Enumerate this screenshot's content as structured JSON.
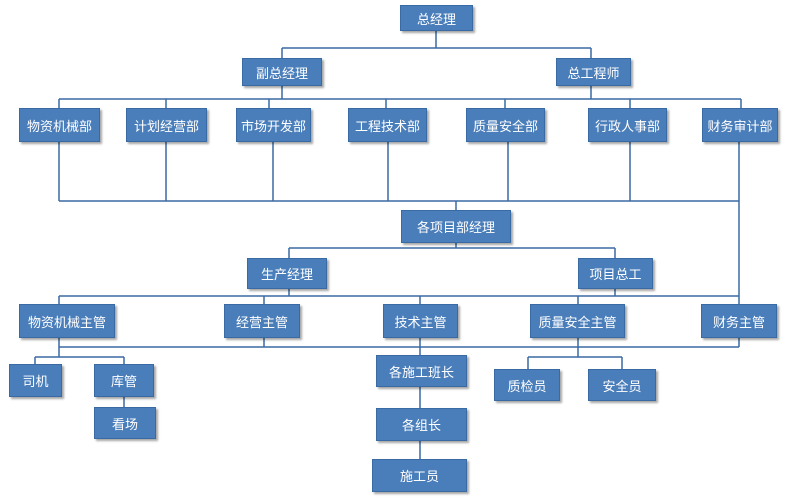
{
  "nodes": {
    "general_manager": "总经理",
    "deputy_general_manager": "副总经理",
    "chief_engineer": "总工程师",
    "materials_machinery_dept": "物资机械部",
    "planning_operations_dept": "计划经营部",
    "market_development_dept": "市场开发部",
    "engineering_tech_dept": "工程技术部",
    "quality_safety_dept": "质量安全部",
    "admin_hr_dept": "行政人事部",
    "finance_audit_dept": "财务审计部",
    "project_managers": "各项目部经理",
    "production_manager": "生产经理",
    "project_chief_engineer": "项目总工",
    "materials_machinery_supervisor": "物资机械主管",
    "operations_supervisor": "经营主管",
    "technical_supervisor": "技术主管",
    "quality_safety_supervisor": "质量安全主管",
    "finance_supervisor": "财务主管",
    "driver": "司机",
    "warehouse_keeper": "库管",
    "site_guard": "看场",
    "construction_team_leaders": "各施工班长",
    "group_leaders": "各组长",
    "construction_workers": "施工员",
    "quality_inspector": "质检员",
    "safety_officer": "安全员"
  },
  "colors": {
    "node_fill": "#4a7ebb",
    "node_border": "#3a6aa3",
    "node_text": "#ffffff",
    "connector": "#3a6aa3"
  }
}
